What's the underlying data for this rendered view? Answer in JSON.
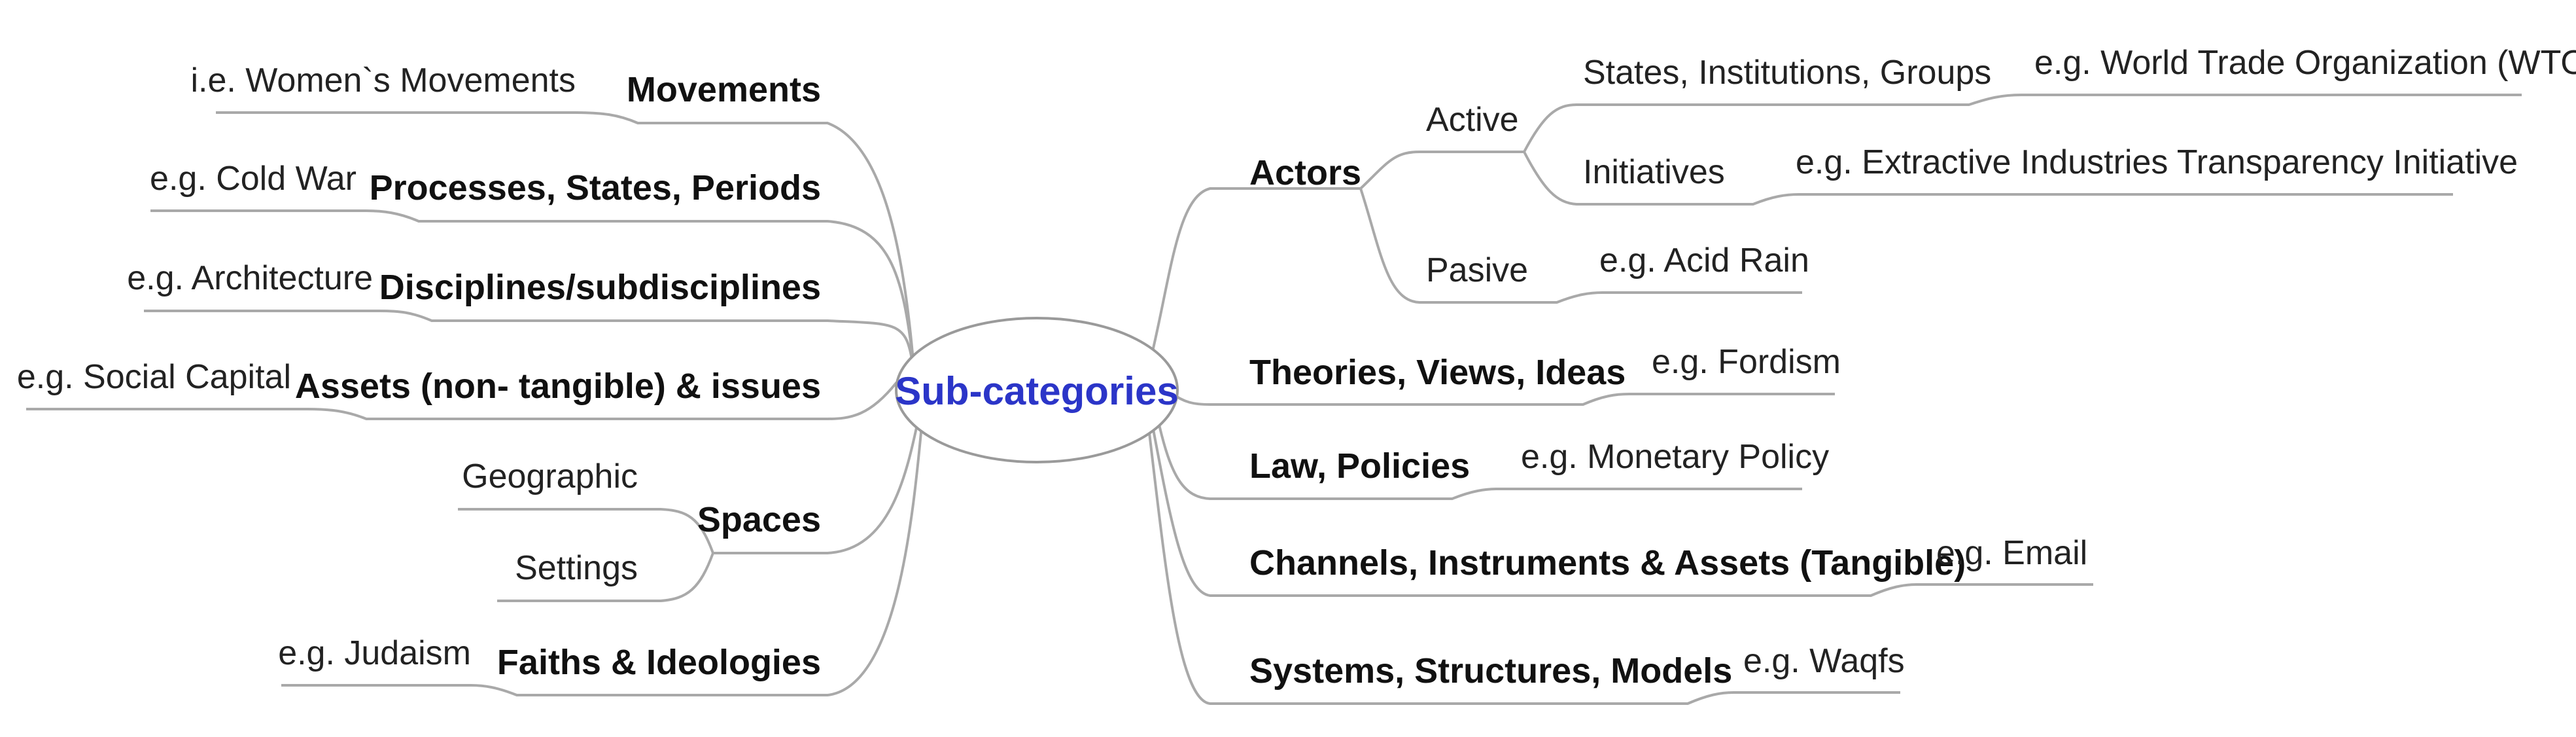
{
  "center": {
    "label": "Sub-categories",
    "color": "#2b35c8"
  },
  "left_branches": {
    "movements": {
      "label": "Movements",
      "example": "i.e. Women`s Movements"
    },
    "processes": {
      "label": "Processes, States, Periods",
      "example": "e.g. Cold War"
    },
    "disciplines": {
      "label": "Disciplines/subdisciplines",
      "example": "e.g. Architecture"
    },
    "assets": {
      "label": "Assets (non- tangible) & issues",
      "example": "e.g. Social Capital"
    },
    "spaces": {
      "label": "Spaces",
      "children": [
        "Geographic",
        "Settings"
      ]
    },
    "faiths": {
      "label": "Faiths & Ideologies",
      "example": "e.g. Judaism"
    }
  },
  "right_branches": {
    "actors": {
      "label": "Actors",
      "active": {
        "label": "Active",
        "states": {
          "label": "States, Institutions, Groups",
          "example": "e.g. World Trade Organization (WTO)"
        },
        "initiatives": {
          "label": "Initiatives",
          "example": "e.g. Extractive Industries Transparency Initiative"
        }
      },
      "pasive": {
        "label": "Pasive",
        "example": "e.g. Acid Rain"
      }
    },
    "theories": {
      "label": "Theories, Views, Ideas",
      "example": "e.g. Fordism"
    },
    "law": {
      "label": "Law, Policies",
      "example": "e.g. Monetary Policy"
    },
    "channels": {
      "label": "Channels, Instruments & Assets (Tangible)",
      "example": "e.g. Email"
    },
    "systems": {
      "label": "Systems, Structures, Models",
      "example": "e.g. Waqfs"
    }
  },
  "colors": {
    "line": "#a9a9a9",
    "text": "#111111",
    "center_border": "#9a9a9a"
  }
}
